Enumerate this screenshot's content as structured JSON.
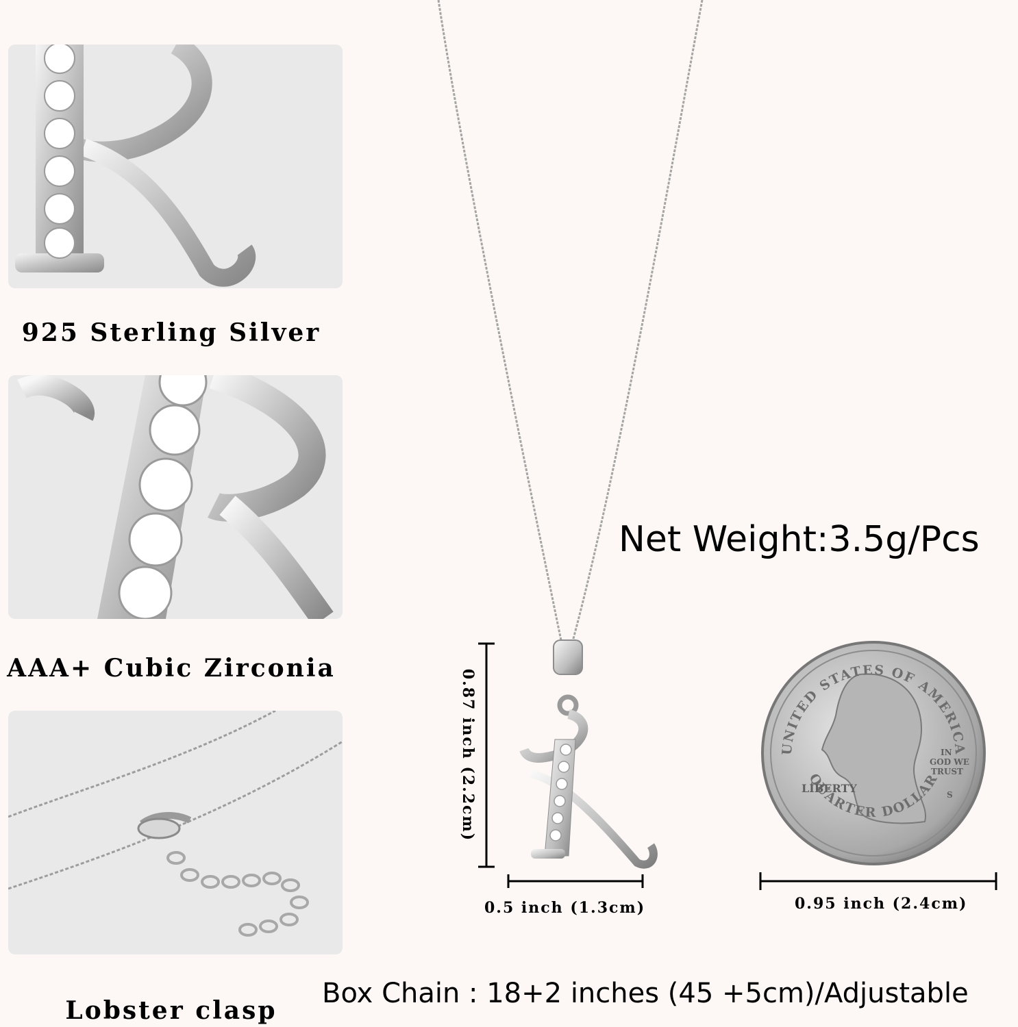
{
  "features": [
    {
      "label": "925 Sterling Silver"
    },
    {
      "label": "AAA+ Cubic Zirconia"
    },
    {
      "label": "Lobster clasp"
    }
  ],
  "specs": {
    "net_weight": "Net Weight:3.5g/Pcs",
    "chain": "Box Chain : 18+2 inches (45 +5cm)/Adjustable"
  },
  "dimensions": {
    "height": "0.87 inch (2.2cm)",
    "width": "0.5 inch (1.3cm)",
    "coin": "0.95 inch (2.4cm)"
  },
  "coin": {
    "top_text": "UNITED STATES OF AMERICA",
    "bottom_text": "QUARTER DOLLAR",
    "liberty": "LIBERTY",
    "motto_1": "IN",
    "motto_2": "GOD WE",
    "motto_3": "TRUST",
    "mint": "S"
  },
  "colors": {
    "background": "#fdf8f5",
    "panel": "#e9e9e9",
    "silver": "#c9c9c9"
  }
}
